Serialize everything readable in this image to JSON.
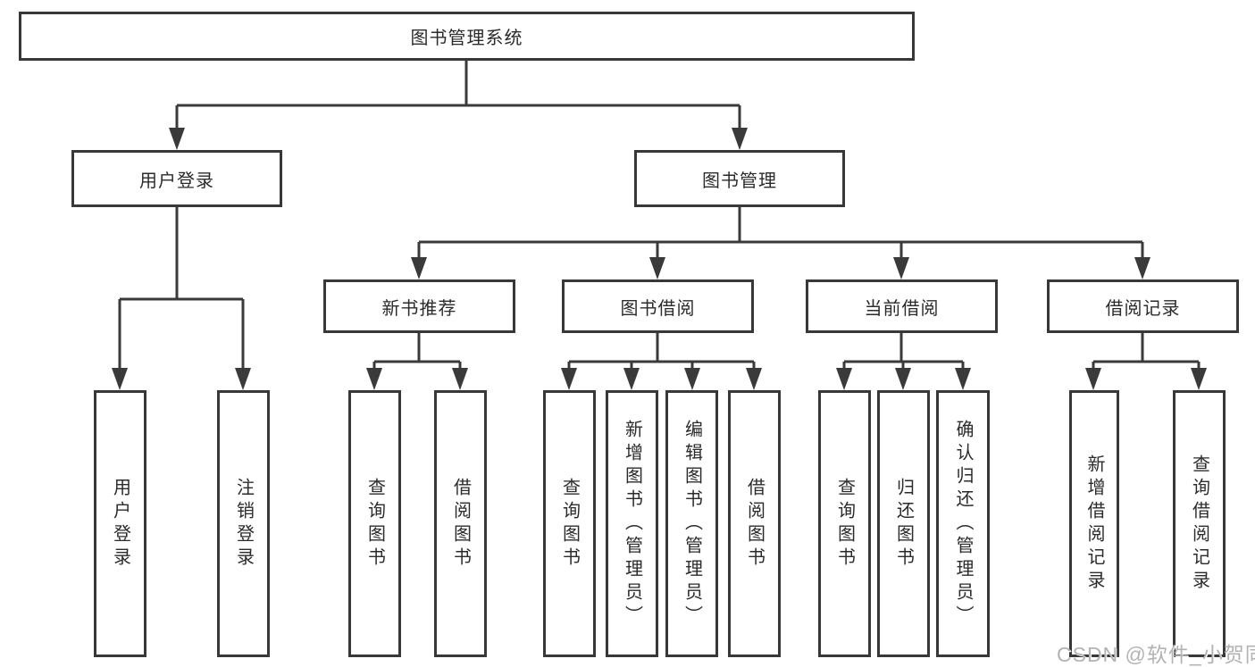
{
  "nodes": {
    "root": "图书管理系统",
    "user_login": "用户登录",
    "book_mgmt": "图书管理",
    "new_book_rec": "新书推荐",
    "book_borrow": "图书借阅",
    "current_borrow": "当前借阅",
    "borrow_records": "借阅记录",
    "leaf_user_login": "用户登录",
    "leaf_logout": "注销登录",
    "leaf_query_book_1": "查询图书",
    "leaf_borrow_book_1": "借阅图书",
    "leaf_query_book_2": "查询图书",
    "leaf_add_book": "新增图书（管理员）",
    "leaf_edit_book": "编辑图书（管理员）",
    "leaf_borrow_book_2": "借阅图书",
    "leaf_query_book_3": "查询图书",
    "leaf_return_book": "归还图书",
    "leaf_confirm_return": "确认归还（管理员）",
    "leaf_add_record": "新增借阅记录",
    "leaf_query_record": "查询借阅记录"
  },
  "watermark": "CSDN @软件_小贺同学",
  "colors": {
    "line": "#3a3a3a",
    "border": "#383838",
    "background": "#ffffff",
    "watermark": "#b3b3b3"
  }
}
